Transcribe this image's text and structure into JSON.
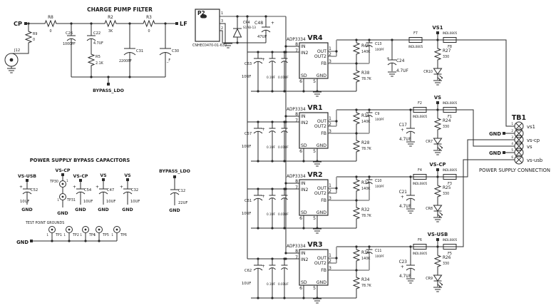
{
  "sym": {
    "plus": "+"
  },
  "cp": {
    "title": "CHARGE PUMP FILTER",
    "cp": "CP",
    "lf": "LF",
    "bypass": "BYPASS_LDO",
    "r8": [
      "R8",
      "0"
    ],
    "r9": [
      "R9",
      "0"
    ],
    "j12": "J12",
    "c26": [
      "C26",
      "1000PF"
    ],
    "c22": [
      "C22",
      "4.7UF"
    ],
    "r5": [
      "R5",
      "2.1K"
    ],
    "r2": [
      "R2",
      "3K"
    ],
    "c31": [
      "C31",
      "2200PF"
    ],
    "r3": [
      "R3",
      "0"
    ],
    "c30": [
      "C30",
      "_F"
    ]
  },
  "p2": {
    "name": "P2",
    "part": "CNHEC0470-01-630",
    "n1": "1",
    "n3": "3",
    "n2": "2",
    "cr4": [
      "CR4",
      "S1AB-13"
    ],
    "c48": [
      "C48",
      "47UF"
    ]
  },
  "ic": {
    "part": "ADP3334",
    "in": "IN",
    "in2": "IN2",
    "out": "OUT",
    "out2": "OUT2",
    "fb": "FB",
    "sd": "SD",
    "gnd": "GND",
    "n8": "8",
    "n7": "7",
    "n1": "1",
    "n2": "2",
    "n3": "3",
    "n6": "6",
    "n5": "5"
  },
  "vr": [
    {
      "name": "VR4",
      "rt": [
        "R40",
        "140K"
      ],
      "rb": [
        "R38",
        "78.7K"
      ],
      "cf": [
        "C13",
        "100PF"
      ],
      "co": [
        "C24",
        "4.7UF"
      ],
      "ci": [
        "C63",
        "10UF"
      ],
      "c2": "0.1UF",
      "c3": "0.01UF"
    },
    {
      "name": "VR1",
      "rt": [
        "R31",
        "140K"
      ],
      "rb": [
        "R28",
        "78.7K"
      ],
      "cf": [
        "C9",
        "100PF"
      ],
      "co": [
        "C17",
        "4.7UF"
      ],
      "ci": [
        "C57",
        "10UF"
      ],
      "c2": "0.1UF",
      "c3": "0.01UF"
    },
    {
      "name": "VR2",
      "rt": [
        "R33",
        "140K"
      ],
      "rb": [
        "R32",
        "78.7K"
      ],
      "cf": [
        "C10",
        "100PF"
      ],
      "co": [
        "C21",
        "4.7UF"
      ],
      "ci": [
        "C61",
        "10UF"
      ],
      "c2": "0.1UF",
      "c3": "0.01UF"
    },
    {
      "name": "VR3",
      "rt": [
        "R36",
        "140K"
      ],
      "rb": [
        "R34",
        "78.7K"
      ],
      "cf": [
        "C11",
        "100PF"
      ],
      "co": [
        "C23",
        "4.7UF"
      ],
      "ci": [
        "C62",
        "10UF"
      ],
      "c2": "0.1UF",
      "c3": "0.01UF"
    }
  ],
  "rails": [
    {
      "name": "VS1",
      "fl": "F7",
      "fr": "F8",
      "part": "INDL0805",
      "r": [
        "R27",
        "330"
      ],
      "led": "CR10"
    },
    {
      "name": "VS",
      "fl": "F2",
      "fr": "F1",
      "part": "INDL0805",
      "r": [
        "R24",
        "330"
      ],
      "led": "CR7"
    },
    {
      "name": "VS-CP",
      "fl": "F4",
      "fr": "F3",
      "part": "INDL0805",
      "r": [
        "R25",
        "330"
      ],
      "led": "CR8"
    },
    {
      "name": "VS-USB",
      "fl": "F6",
      "fr": "F5",
      "part": "INDL0805",
      "r": [
        "R26",
        "330"
      ],
      "led": "CR9"
    }
  ],
  "tb1": {
    "name": "TB1",
    "caption": "POWER SUPPLY CONNECTION",
    "gnd": "GND",
    "n": [
      "1",
      "2",
      "3",
      "4",
      "5",
      "6"
    ],
    "lab": [
      "vs1",
      "vs-cp",
      "vs",
      "vs-usb"
    ]
  },
  "byp": {
    "title": "POWER SUPPLY BYPASS CAPACITORS",
    "gnd": "GND",
    "cols": [
      {
        "rail": "VS-USB",
        "ref": "C52",
        "val": "10UF"
      },
      {
        "rail": "VS-CP",
        "tpa": "TP30",
        "tpb": "TP31",
        "one": "1"
      },
      {
        "rail": "VS-CP",
        "ref": "C54",
        "val": "10UF"
      },
      {
        "rail": "VS",
        "ref": "C47",
        "val": "10UF"
      },
      {
        "rail": "VS",
        "ref": "C32",
        "val": "10UF"
      },
      {
        "rail": "BYPASS_LDO",
        "ref": "C12",
        "val": "22UF"
      }
    ]
  },
  "tpg": {
    "title": "TEST POINT GROUNDS",
    "gnd": "GND",
    "one": "1",
    "names": [
      "TP1",
      "TP2",
      "TP4",
      "TP5",
      "TP6"
    ]
  }
}
